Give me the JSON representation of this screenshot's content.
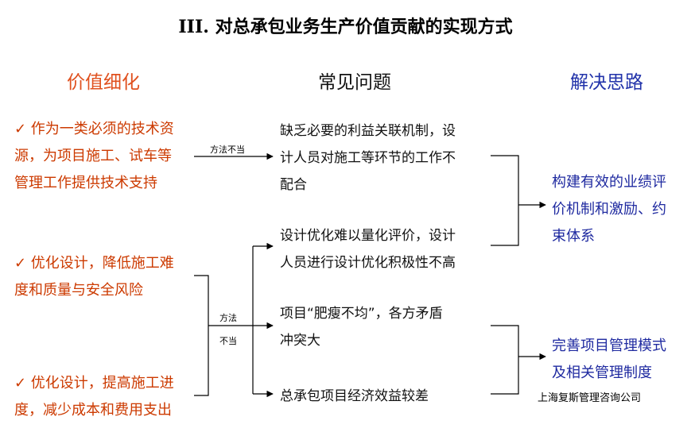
{
  "title": "III. 对总承包业务生产价值贡献的实现方式",
  "columns": {
    "left": "价值细化",
    "middle": "常见问题",
    "right": "解决思路"
  },
  "value_items": [
    {
      "line1": "✓ 作为一类必须的技术资",
      "line2": "源，为项目施工、试车等",
      "line3": "管理工作提供技术支持"
    },
    {
      "line1": "✓ 优化设计，降低施工难",
      "line2": "度和质量与安全风险"
    },
    {
      "line1": "✓ 优化设计，提高施工进",
      "line2": "度，减少成本和费用支出"
    }
  ],
  "problems": [
    {
      "line1": "缺乏必要的利益关联机制，设",
      "line2": "计人员对施工等环节的工作不",
      "line3": "配合"
    },
    {
      "line1": "设计优化难以量化评价，设计",
      "line2": "人员进行设计优化积极性不高"
    },
    {
      "line1": "项目“肥瘦不均”，各方矛盾",
      "line2": "冲突大"
    },
    {
      "line1": "总承包项目经济效益较差"
    }
  ],
  "connector_labels": {
    "top": "方法不当",
    "bottom_line1": "方法",
    "bottom_line2": "不当"
  },
  "solutions": [
    {
      "line1": "构建有效的业绩评",
      "line2": "价机制和激励、约",
      "line3": "束体系"
    },
    {
      "line1": "完善项目管理模式",
      "line2": "及相关管理制度"
    }
  ],
  "footer": "上海复斯管理咨询公司"
}
